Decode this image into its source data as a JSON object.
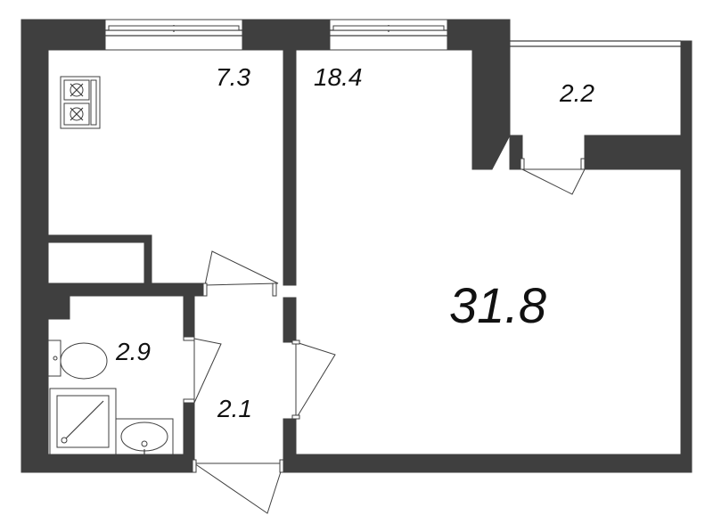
{
  "rooms": {
    "kitchen": {
      "area": "7.3"
    },
    "room": {
      "area": "18.4"
    },
    "balcony": {
      "area": "2.2"
    },
    "bathroom": {
      "area": "2.9"
    },
    "hall": {
      "area": "2.1"
    },
    "total": {
      "area": "31.8"
    }
  },
  "colors": {
    "wall": "#3f3f3f",
    "background": "#ffffff",
    "text": "#111111"
  }
}
